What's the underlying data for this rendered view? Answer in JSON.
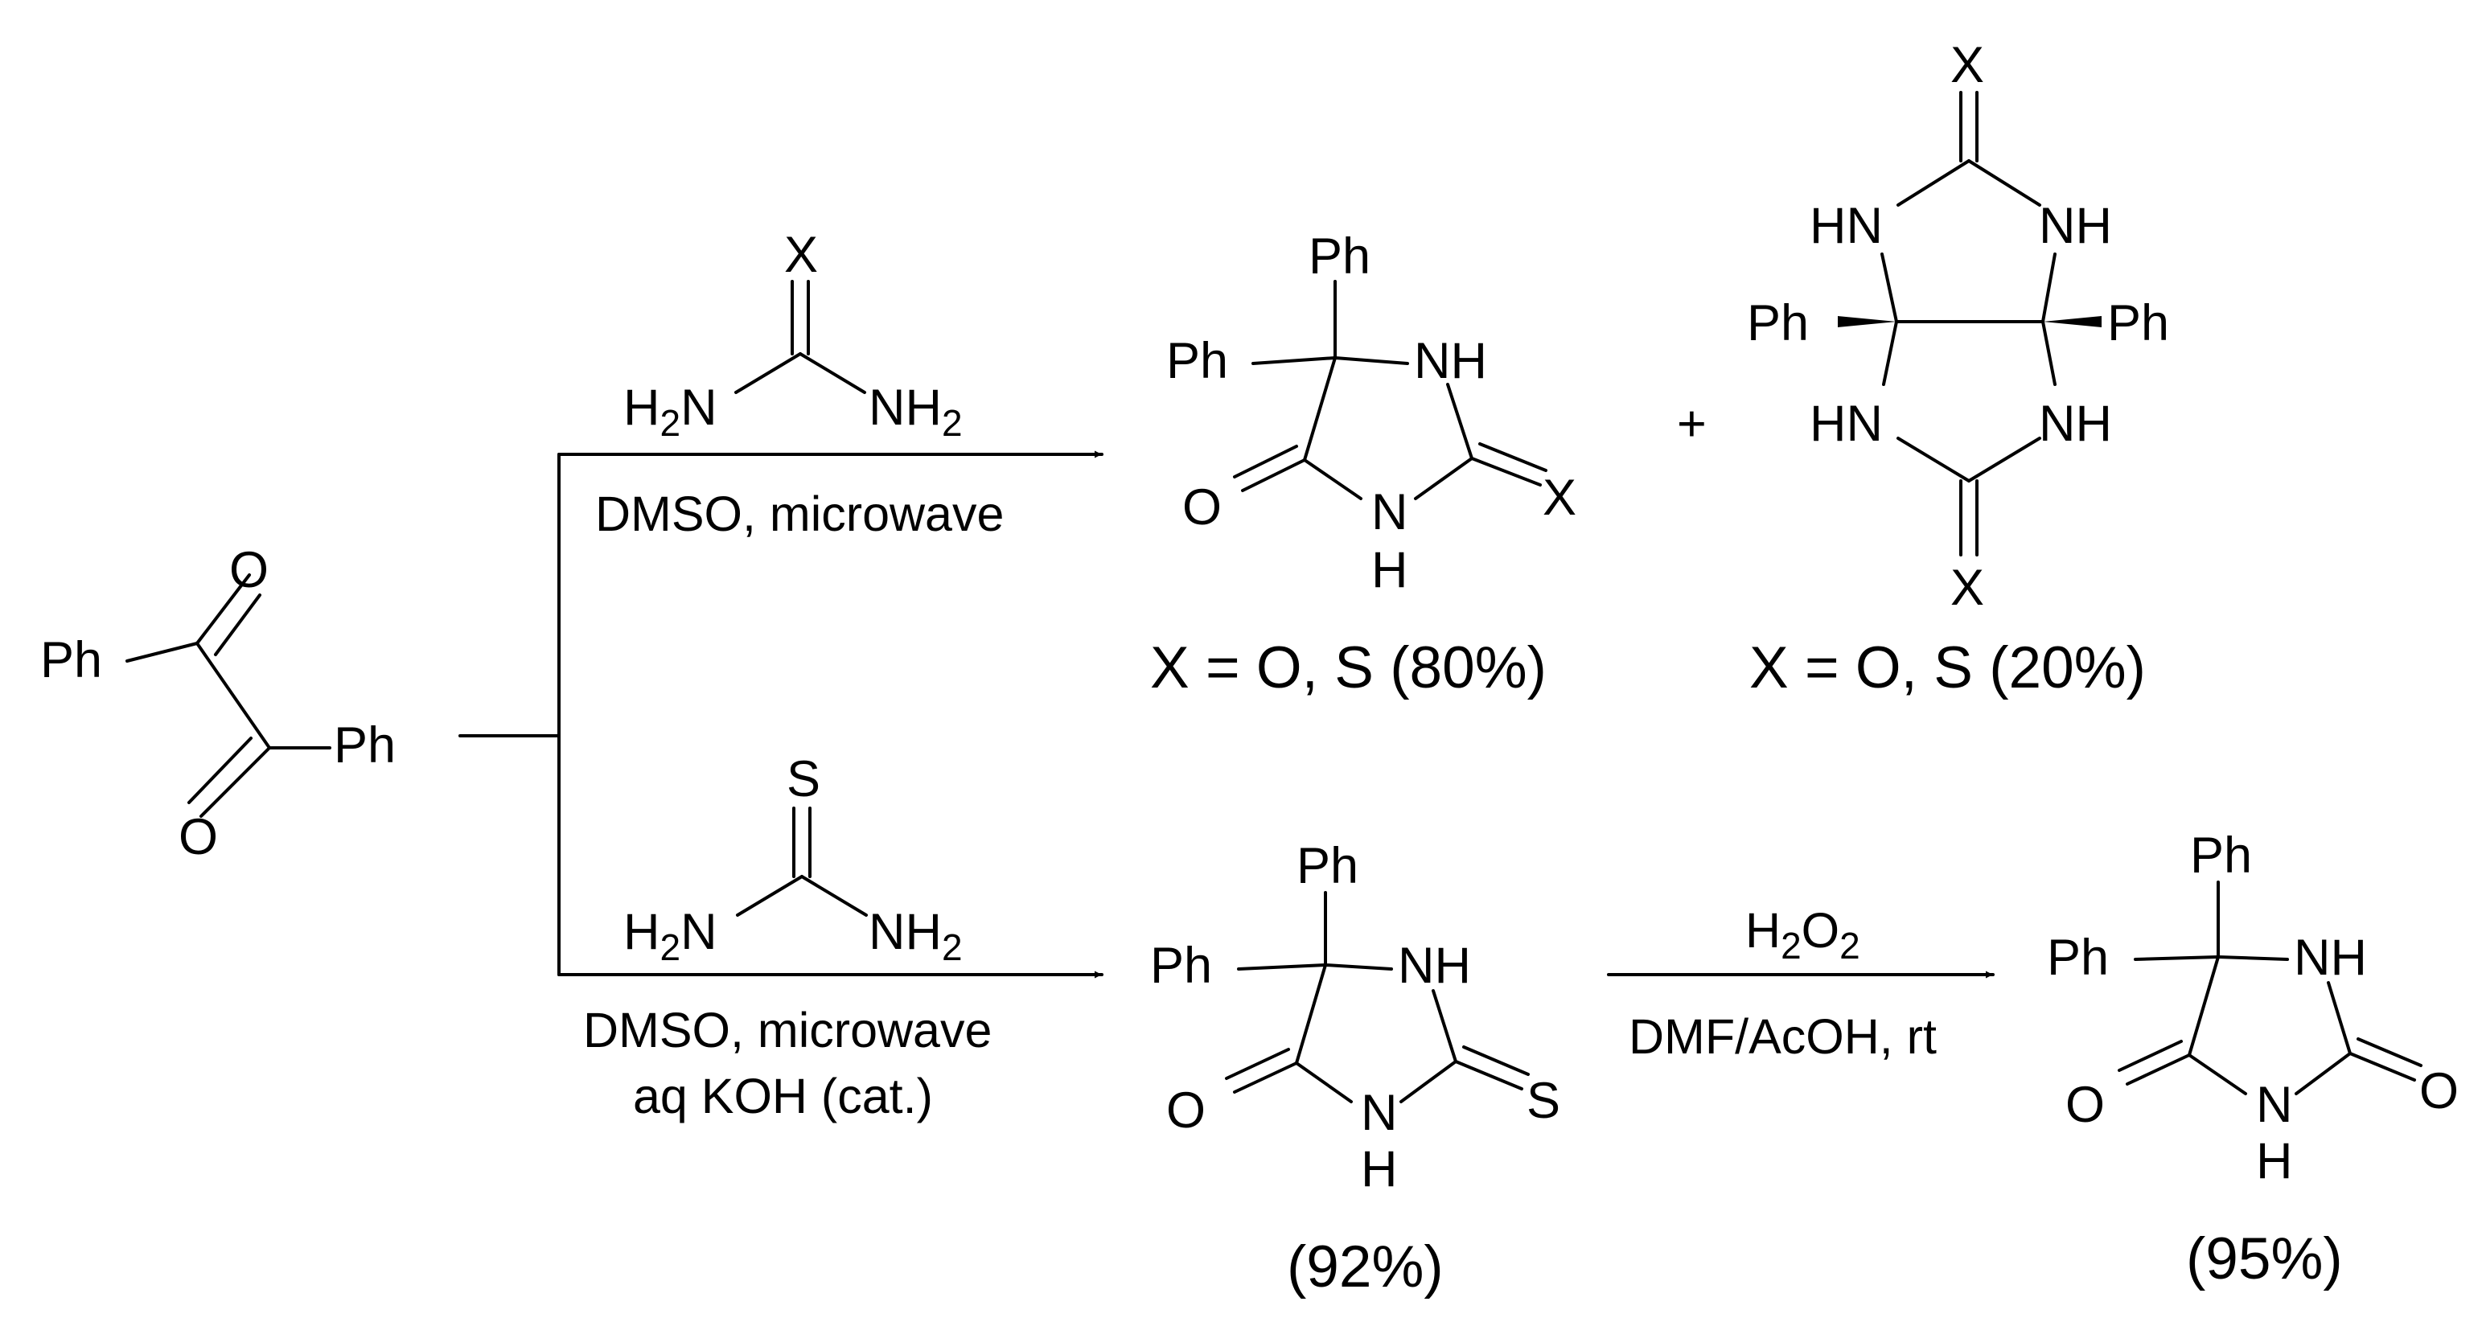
{
  "start_material": {
    "ph1": "Ph",
    "ph2": "Ph",
    "o1": "O",
    "o2": "O"
  },
  "top_route": {
    "reagent": {
      "x": "X",
      "n1": "N",
      "n2": "N",
      "h2": "H",
      "sub2": "2"
    },
    "conditions": "DMSO, microwave",
    "product1": {
      "ph_top": "Ph",
      "ph_left": "Ph",
      "nh": "NH",
      "o": "O",
      "x": "X",
      "n": "N",
      "h": "H",
      "yield": "X = O, S (80%)"
    },
    "plus": "+",
    "product2": {
      "x": "X",
      "hn": "HN",
      "nh": "NH",
      "ph": "Ph",
      "yield": "X = O, S (20%)"
    }
  },
  "bottom_route": {
    "reagent": {
      "s": "S",
      "n1": "N",
      "n2": "N",
      "h2": "H",
      "sub2": "2"
    },
    "conditions_line1": "DMSO, microwave",
    "conditions_line2": "aq KOH (cat.)",
    "product": {
      "ph_top": "Ph",
      "ph_left": "Ph",
      "nh": "NH",
      "o": "O",
      "s": "S",
      "n": "N",
      "h": "H",
      "yield": "(92%)"
    },
    "oxidation": {
      "h": "H",
      "o": "O",
      "sub2": "2",
      "conditions": "DMF/AcOH, rt"
    },
    "final": {
      "ph_top": "Ph",
      "ph_left": "Ph",
      "nh": "NH",
      "o": "O",
      "n": "N",
      "h": "H",
      "yield": "(95%)"
    }
  }
}
